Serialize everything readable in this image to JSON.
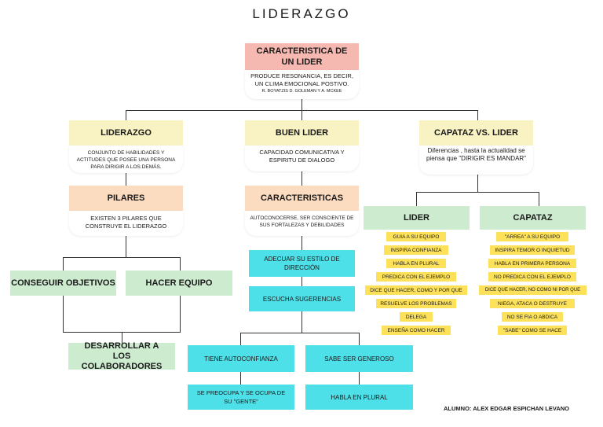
{
  "title": "LIDERAZGO",
  "root": {
    "heading": "CARACTERISTICA DE UN LIDER",
    "text": "PRODUCE RESONANCIA, ES DECIR, UN CLIMA EMOCIONAL POSTIVO.",
    "credit": "R. BOYATZIS D. GOLEMAN Y A. MCKEE"
  },
  "liderazgo": {
    "heading": "LIDERAZGO",
    "text": "CONJUNTO DE HABILIDADES Y ACTITUDES QUE POSEE UNA PERSONA PARA DIRIGIR A LOS DEMÁS."
  },
  "pilares": {
    "heading": "PILARES",
    "text": "EXISTEN 3 PILARES QUE CONSTRUYE EL LIDERAZGO",
    "items": [
      "CONSEGUIR OBJETIVOS",
      "HACER EQUIPO",
      "DESARROLLAR A LOS COLABORADORES"
    ]
  },
  "buen_lider": {
    "heading": "BUEN LIDER",
    "text": "CAPACIDAD COMUNICATIVA Y ESPIRITU DE DIALOGO"
  },
  "caracteristicas": {
    "heading": "CARACTERISTICAS",
    "text": "AUTOCONOCERSE, SER CONSCIENTE DE SUS FORTALEZAS Y DEBILIDADES",
    "items": [
      "ADECUAR SU ESTILO DE DIRECCIÓN",
      "ESCUCHA SUGERENCIAS",
      "TIENE AUTOCONFIANZA",
      "SABE SER GENEROSO",
      "SE PREOCUPA Y SE OCUPA DE SU \"GENTE\"",
      "HABLA EN PLURAL"
    ]
  },
  "capataz_vs": {
    "heading": "CAPATAZ VS. LIDER",
    "text": "Diferencias , hasta la actualidad se piensa que \"DIRIGIR ES MANDAR\""
  },
  "lider": {
    "heading": "LIDER",
    "items": [
      "GUIA A SU EQUIPO",
      "INSPIRA CONFIANZA",
      "HABLA EN PLURAL",
      "PREDICA CON EL EJEMPLO",
      "DICE QUE HACER, COMO Y POR QUE",
      "RESUELVE LOS PROBLEMAS",
      "DELEGA",
      "ENSEÑA COMO HACER"
    ]
  },
  "capataz": {
    "heading": "CAPATAZ",
    "items": [
      "\"ARREA\" A SU EQUIPO",
      "INSPIRA TEMOR O INQUIETUD",
      "HABLA EN PRIMERA PERSONA",
      "NO PREDICA CON EL EJEMPLO",
      "DICE QUE HACER, NO COMO NI POR QUE",
      "NIEGA, ATACA O DESTRUYE",
      "NO SE FIA O ABDICA",
      "\"SABE\" COMO SE HACE"
    ]
  },
  "author": "ALUMNO: ALEX EDGAR ESPICHAN LEVANO",
  "colors": {
    "pink": "#f5b9b2",
    "yellow": "#f9f3c3",
    "peach": "#fcdcc0",
    "green": "#cdebcf",
    "cyan": "#4ee0e8",
    "gold": "#fde15a"
  }
}
